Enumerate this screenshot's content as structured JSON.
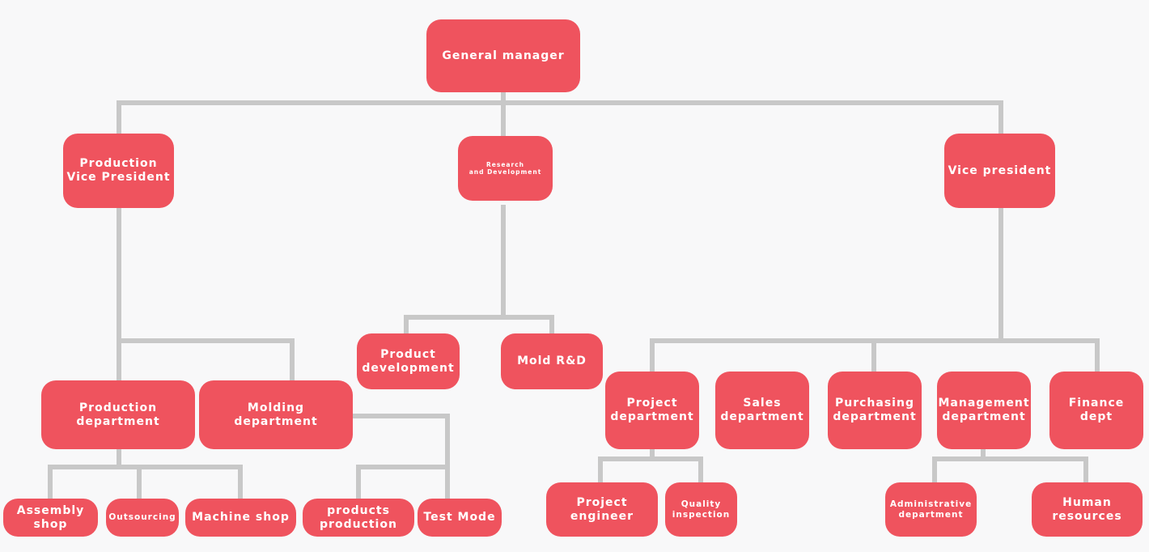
{
  "colors": {
    "node": "#ef535e",
    "connector": "#c8c8c8",
    "background": "#f8f8f9",
    "text": "#ffffff"
  },
  "nodes": {
    "general_manager": "General manager",
    "production_vp": "Production\nVice President",
    "rnd": "Research\nand Development",
    "vice_president": "Vice president",
    "production_department": "Production\ndepartment",
    "molding_department": "Molding\ndepartment",
    "product_development": "Product\ndevelopment",
    "mold_rnd": "Mold R&D",
    "project_department": "Project\ndepartment",
    "sales_department": "Sales\ndepartment",
    "purchasing_department": "Purchasing\ndepartment",
    "management_department": "Management\ndepartment",
    "finance_dept": "Finance dept",
    "assembly_shop": "Assembly\nshop",
    "outsourcing": "Outsourcing",
    "machine_shop": "Machine shop",
    "products_production": "products\nproduction",
    "test_mode": "Test Mode",
    "project_engineer": "Project\nengineer",
    "quality_inspection": "Quality\ninspection",
    "administrative_department": "Administrative\ndepartment",
    "human_resources": "Human\nresources"
  }
}
